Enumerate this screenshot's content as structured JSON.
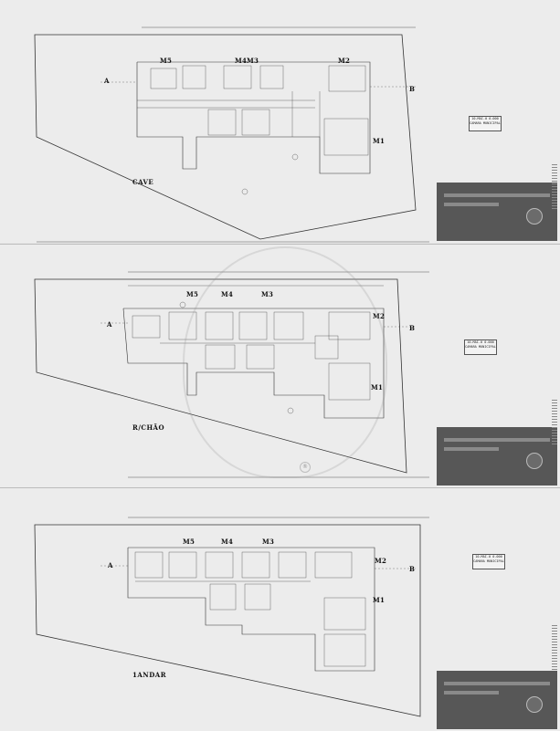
{
  "sheets": [
    {
      "floor_label": "CAVE",
      "zone_labels": [
        "A",
        "B",
        "M5",
        "M4",
        "M3",
        "M2",
        "M1"
      ],
      "stamp_text": [
        "10.MAI.0 0.000",
        "CAMARA MUNICIPAL"
      ]
    },
    {
      "floor_label": "R/CHÃO",
      "zone_labels": [
        "A",
        "B",
        "M5",
        "M4",
        "M3",
        "M2",
        "M1"
      ],
      "stamp_text": [
        "10.MAI.0 0.000",
        "CAMARA MUNICIPAL"
      ]
    },
    {
      "floor_label": "1ANDAR",
      "zone_labels": [
        "A",
        "B",
        "M5",
        "M4",
        "M3",
        "M2",
        "M1"
      ],
      "stamp_text": [
        "10.MAI.0 0.000",
        "CAMARA MUNICIPAL"
      ]
    }
  ],
  "icons": {
    "watermark": "real-estate-watermark-icon",
    "seal": "municipal-seal-icon"
  },
  "colors": {
    "paper": "#ececec",
    "ink": "#222222",
    "title_block": "#575757"
  }
}
